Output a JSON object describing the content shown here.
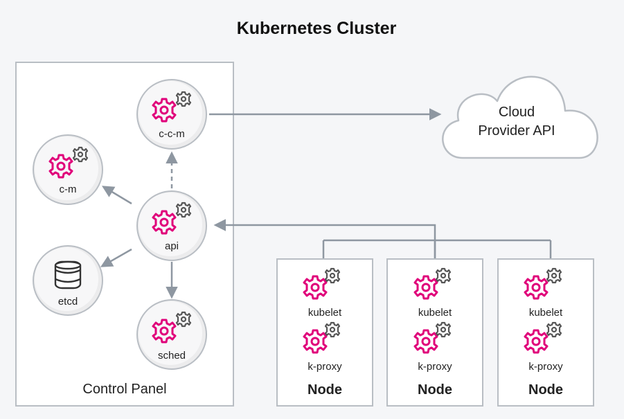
{
  "title": "Kubernetes Cluster",
  "control_panel": {
    "label": "Control Panel",
    "components": {
      "ccm": "c-c-m",
      "cm": "c-m",
      "api": "api",
      "etcd": "etcd",
      "sched": "sched"
    }
  },
  "cloud": {
    "line1": "Cloud",
    "line2": "Provider API"
  },
  "nodes": [
    {
      "label": "Node",
      "kubelet": "kubelet",
      "proxy": "k-proxy"
    },
    {
      "label": "Node",
      "kubelet": "kubelet",
      "proxy": "k-proxy"
    },
    {
      "label": "Node",
      "kubelet": "kubelet",
      "proxy": "k-proxy"
    }
  ],
  "colors": {
    "accent": "#e0007a",
    "gear_secondary": "#555555",
    "arrow": "#8e97a1",
    "box_border": "#b9bec4"
  }
}
